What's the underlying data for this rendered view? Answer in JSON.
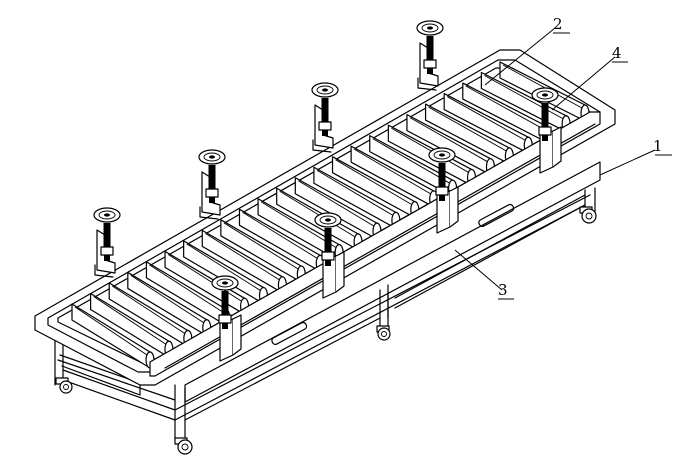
{
  "figure": {
    "colors": {
      "line": "#000000",
      "background": "#ffffff"
    }
  },
  "callouts": [
    {
      "id": "1",
      "label": "1"
    },
    {
      "id": "2",
      "label": "2"
    },
    {
      "id": "3",
      "label": "3"
    },
    {
      "id": "4",
      "label": "4"
    }
  ]
}
